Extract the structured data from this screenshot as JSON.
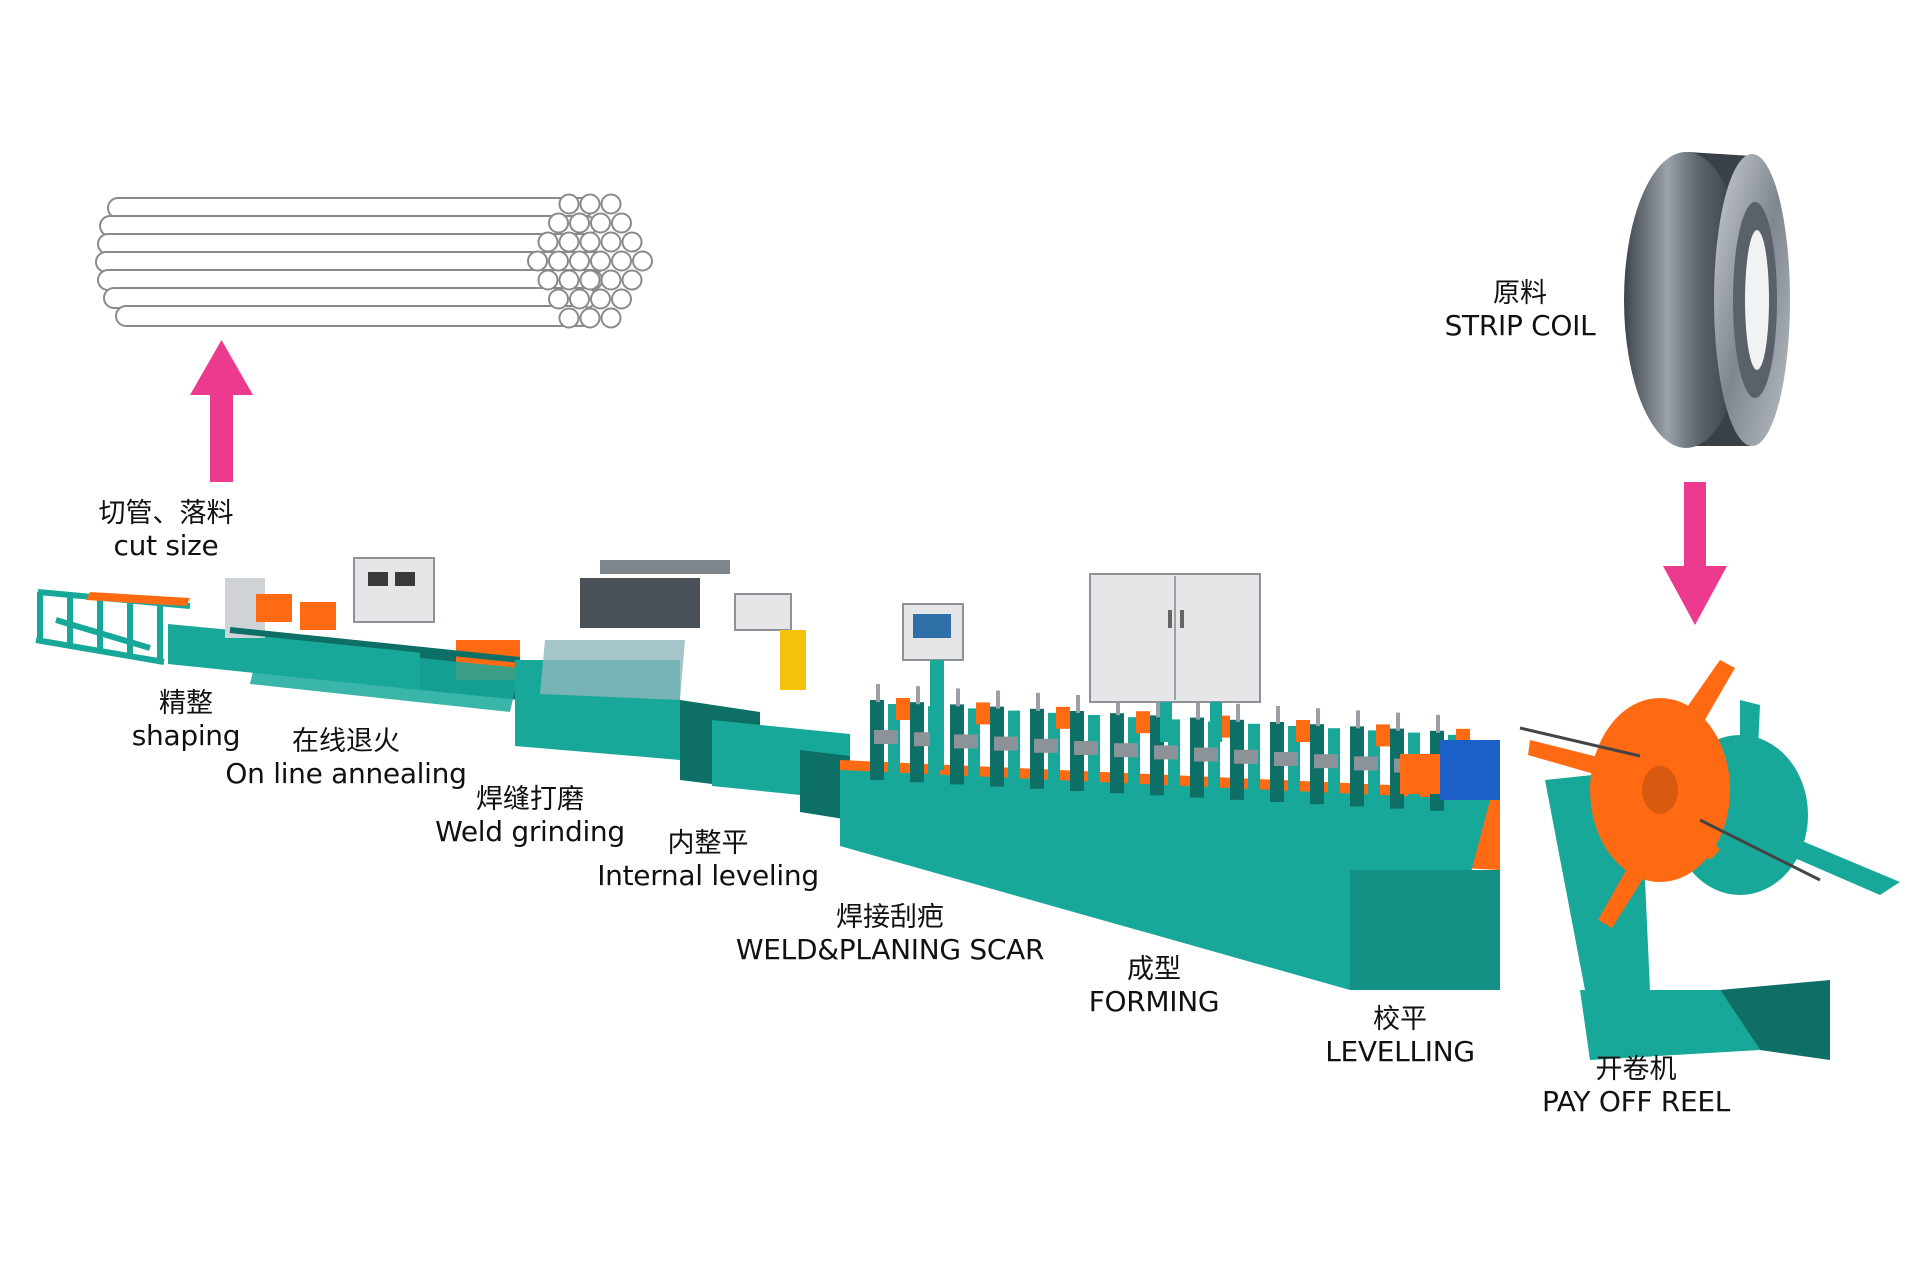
{
  "colors": {
    "machine": "#17a89a",
    "machine_dark": "#0d6f66",
    "accent": "#ff6a13",
    "arrow": "#ec3a8e",
    "gauge_blue": "#1d5fc9",
    "cabinet": "#e4e6e8"
  },
  "raw_material": {
    "zh": "原料",
    "en": "STRIP COIL"
  },
  "stages": [
    {
      "id": "cut",
      "zh": "切管、落料",
      "en": "cut size"
    },
    {
      "id": "shaping",
      "zh": "精整",
      "en": "shaping"
    },
    {
      "id": "annealing",
      "zh": "在线退火",
      "en": "On line annealing"
    },
    {
      "id": "grinding",
      "zh": "焊缝打磨",
      "en": "Weld grinding"
    },
    {
      "id": "internal",
      "zh": "内整平",
      "en": "Internal leveling"
    },
    {
      "id": "weld",
      "zh": "焊接刮疤",
      "en": "WELD&PLANING SCAR"
    },
    {
      "id": "forming",
      "zh": "成型",
      "en": "FORMING"
    },
    {
      "id": "levelling",
      "zh": "校平",
      "en": "LEVELLING"
    },
    {
      "id": "payoff",
      "zh": "开卷机",
      "en": "PAY OFF REEL"
    }
  ]
}
